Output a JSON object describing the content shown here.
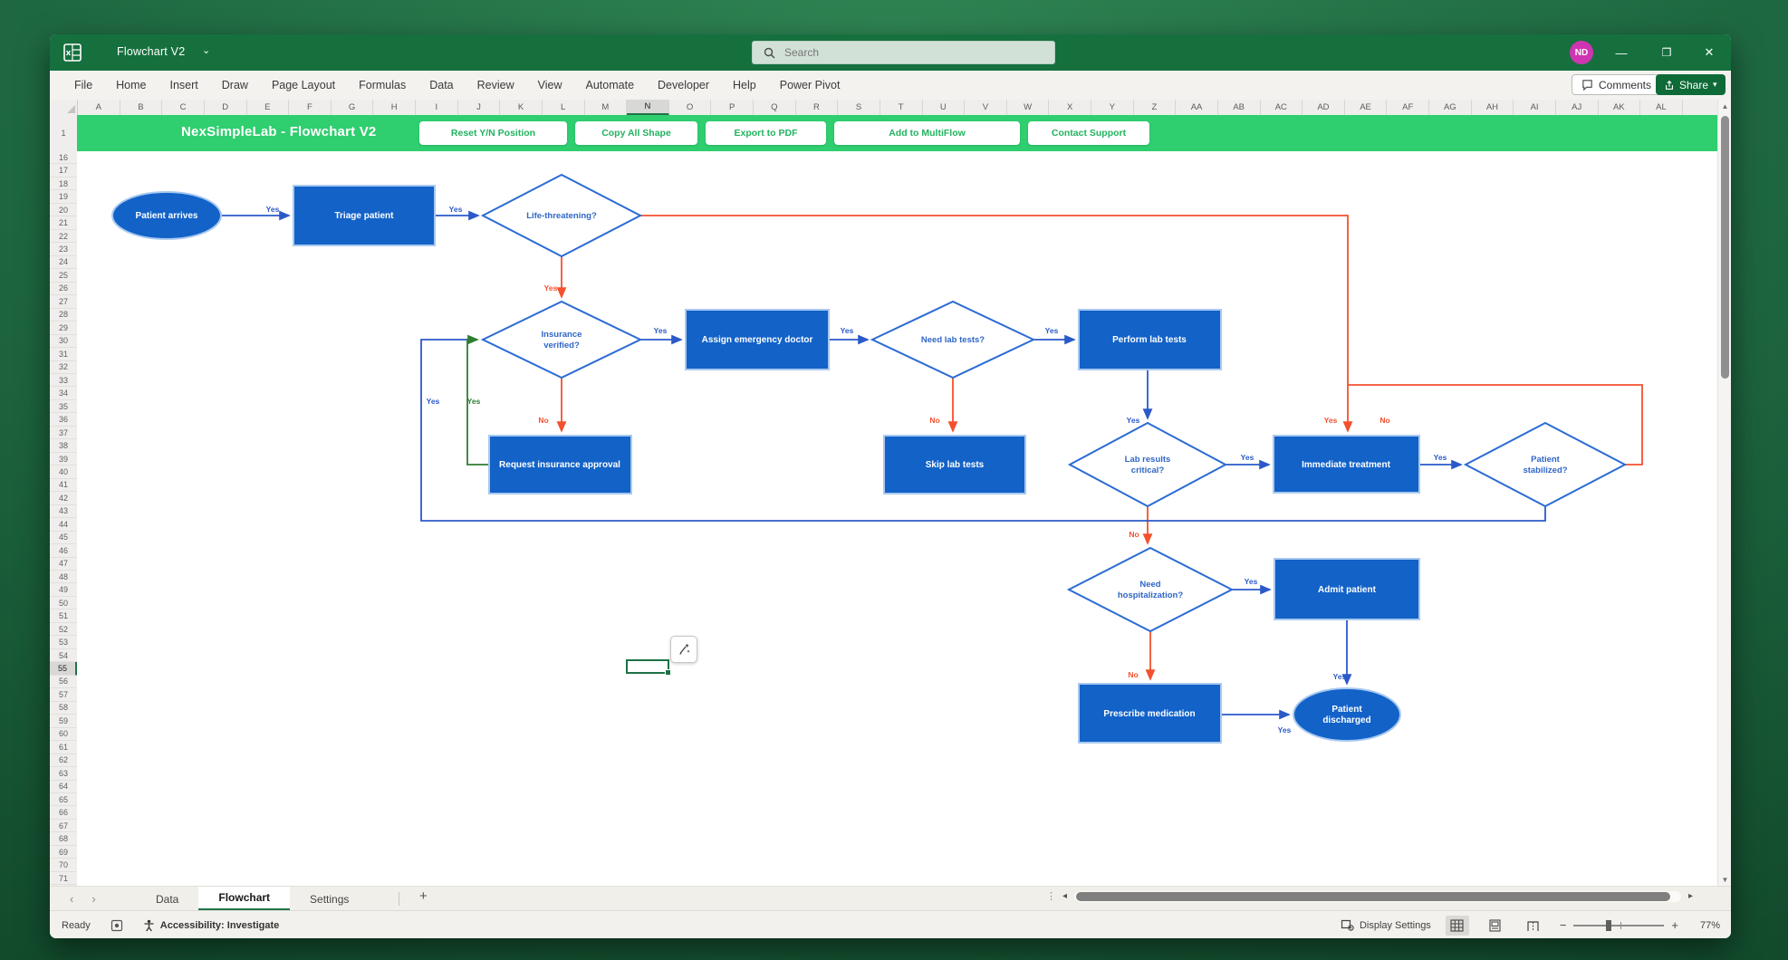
{
  "titlebar": {
    "title": "Flowchart V2",
    "avatar_initials": "ND",
    "search_placeholder": "Search"
  },
  "menubar": {
    "items": [
      "File",
      "Home",
      "Insert",
      "Draw",
      "Page Layout",
      "Formulas",
      "Data",
      "Review",
      "View",
      "Automate",
      "Developer",
      "Help",
      "Power Pivot"
    ],
    "comments_label": "Comments",
    "share_label": "Share"
  },
  "banner": {
    "title": "NexSimpleLab - Flowchart V2",
    "buttons": [
      "Reset Y/N Position",
      "Copy All Shape",
      "Export to PDF",
      "Add to MultiFlow",
      "Contact Support"
    ]
  },
  "grid": {
    "columns": [
      "A",
      "B",
      "C",
      "D",
      "E",
      "F",
      "G",
      "H",
      "I",
      "J",
      "K",
      "L",
      "M",
      "N",
      "O",
      "P",
      "Q",
      "R",
      "S",
      "T",
      "U",
      "V",
      "W",
      "X",
      "Y",
      "Z",
      "AA",
      "AB",
      "AC",
      "AD",
      "AE",
      "AF",
      "AG",
      "AH",
      "AI",
      "AJ",
      "AK",
      "AL"
    ],
    "selected_column": "N",
    "row_first": "1",
    "rows": [
      "16",
      "17",
      "18",
      "19",
      "20",
      "21",
      "22",
      "23",
      "24",
      "25",
      "26",
      "27",
      "28",
      "29",
      "30",
      "31",
      "32",
      "33",
      "34",
      "35",
      "36",
      "37",
      "38",
      "39",
      "40",
      "41",
      "42",
      "43",
      "44",
      "45",
      "46",
      "47",
      "48",
      "49",
      "50",
      "51",
      "52",
      "53",
      "54",
      "55",
      "56",
      "57",
      "58",
      "59",
      "60",
      "61",
      "62",
      "63",
      "64",
      "65",
      "66",
      "67",
      "68",
      "69",
      "70",
      "71"
    ],
    "selected_row": "55"
  },
  "flow": {
    "yes": "Yes",
    "no": "No",
    "nodes": {
      "start": "Patient arrives",
      "triage": "Triage patient",
      "lt": "Life-threatening?",
      "iv1": "Insurance",
      "iv2": "verified?",
      "assign": "Assign emergency doctor",
      "nlt": "Need lab tests?",
      "perform": "Perform lab tests",
      "request": "Request insurance approval",
      "skip": "Skip lab tests",
      "lrc1": "Lab results",
      "lrc2": "critical?",
      "immediate": "Immediate treatment",
      "ps1": "Patient",
      "ps2": "stabilized?",
      "nh1": "Need",
      "nh2": "hospitalization?",
      "admit": "Admit patient",
      "prescribe": "Prescribe medication",
      "end1": "Patient",
      "end2": "discharged"
    }
  },
  "tabs": {
    "sheets": [
      "Data",
      "Flowchart",
      "Settings"
    ],
    "active": "Flowchart",
    "add": "+"
  },
  "statusbar": {
    "ready": "Ready",
    "accessibility": "Accessibility: Investigate",
    "display_settings": "Display Settings",
    "zoom": "77%"
  },
  "colors": {
    "titlebar_green": "#15703E",
    "banner_green": "#2FCE6F",
    "accent_green": "#217346",
    "shape_blue": "#1262C8",
    "connector_blue": "#2B59C9",
    "connector_red": "#F4502E",
    "connector_green": "#2E7D32"
  }
}
